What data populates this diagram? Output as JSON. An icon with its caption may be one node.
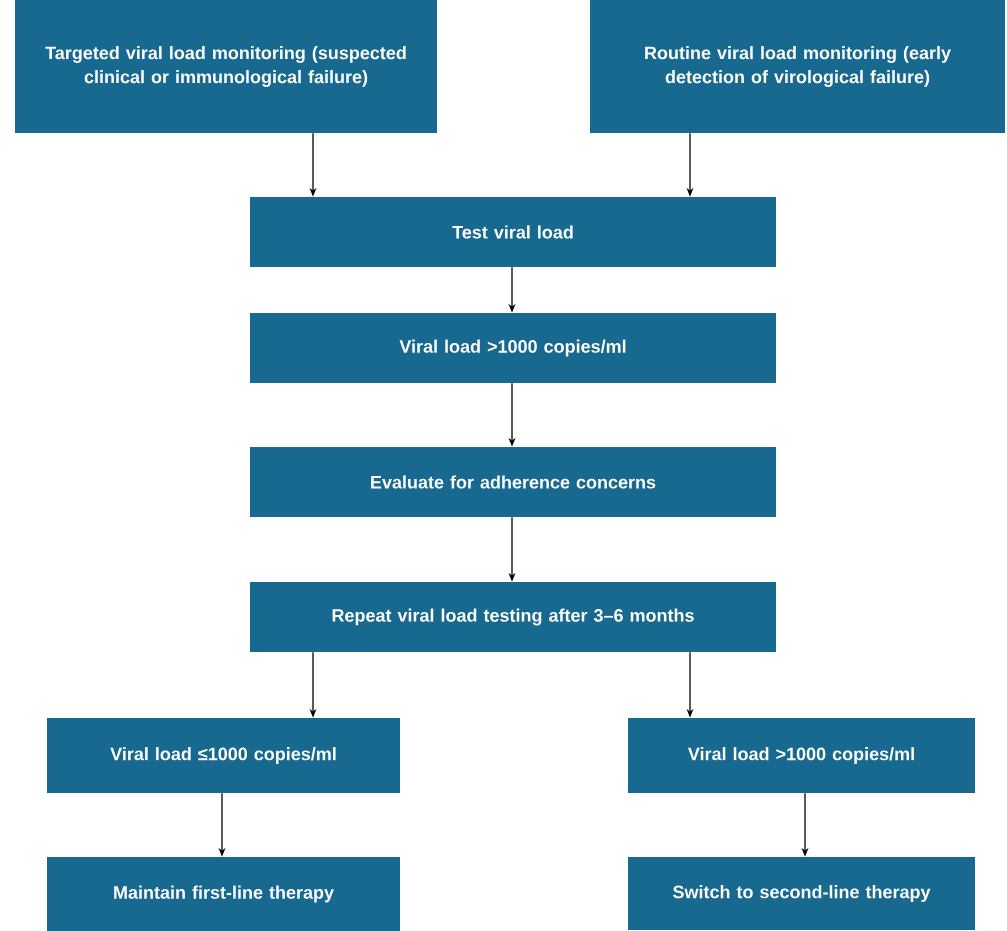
{
  "diagram": {
    "nodes": [
      {
        "text": [
          "Targeted viral load monitoring (suspected clinical or immunological failure)"
        ]
      },
      {
        "text": [
          "Routine viral load monitoring (early detection of virological failure)"
        ]
      },
      {
        "text": [
          "Test viral load"
        ]
      },
      {
        "text": [
          "Viral load >1000 copies/ml"
        ]
      },
      {
        "text": [
          "Evaluate for adherence concerns"
        ]
      },
      {
        "text": [
          "Repeat viral load testing after 3–6 months"
        ]
      },
      {
        "text": [
          "Viral load ≤1000 copies/ml"
        ]
      },
      {
        "text": [
          "Viral load >1000 copies/ml"
        ]
      },
      {
        "text": [
          "Maintain first-line therapy"
        ]
      },
      {
        "text": [
          "Switch to second-line therapy"
        ]
      }
    ],
    "edges": [
      {
        "from": 0,
        "to": 2,
        "arrow": "to"
      },
      {
        "from": 1,
        "to": 2,
        "arrow": "to"
      },
      {
        "from": 2,
        "to": 3,
        "arrow": "to"
      },
      {
        "from": 3,
        "to": 4,
        "arrow": "to"
      },
      {
        "from": 4,
        "to": 5,
        "arrow": "to"
      },
      {
        "from": 5,
        "to": 6,
        "arrow": "to"
      },
      {
        "from": 5,
        "to": 7,
        "arrow": "to"
      },
      {
        "from": 6,
        "to": 8,
        "arrow": "to"
      },
      {
        "from": 7,
        "to": 9,
        "arrow": "to"
      }
    ]
  }
}
